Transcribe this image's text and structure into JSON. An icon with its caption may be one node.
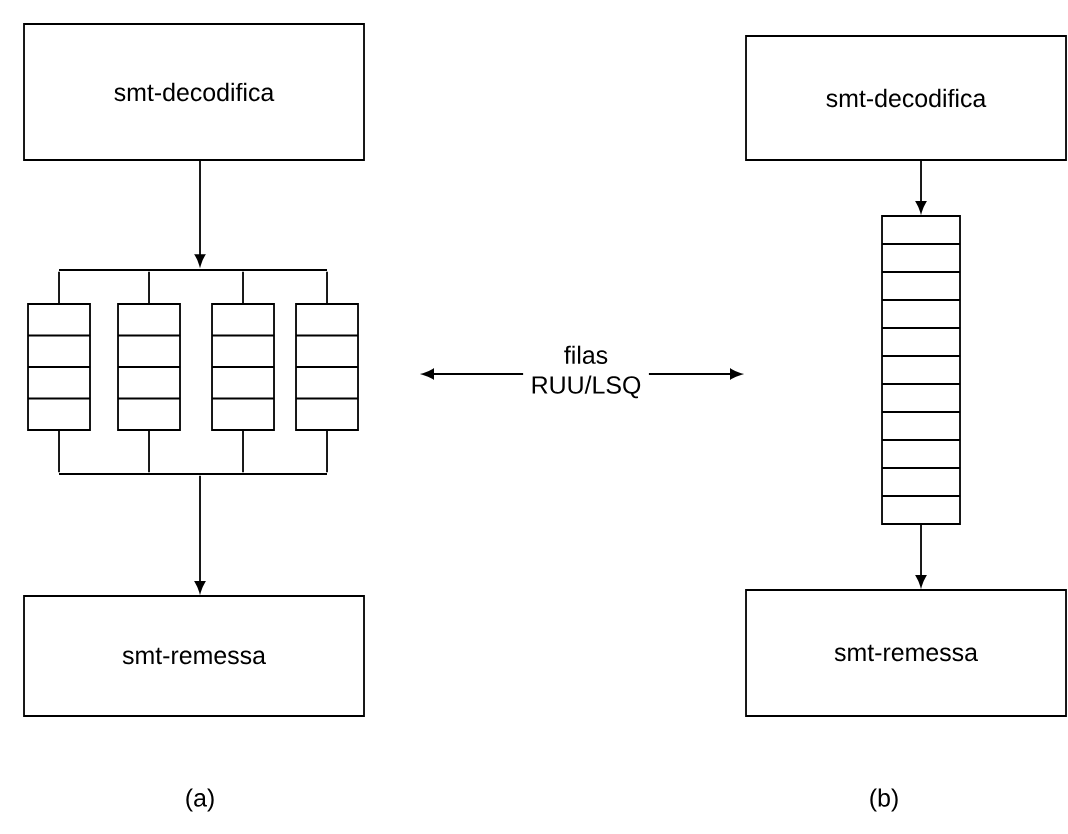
{
  "diagram": {
    "nodes": [
      {
        "text": [
          "smt-decodifica"
        ]
      },
      {
        "text": [],
        "shape": "bar"
      },
      {
        "text": [],
        "shape": "box"
      },
      {
        "text": [],
        "shape": "box"
      },
      {
        "text": [],
        "shape": "box"
      },
      {
        "text": [],
        "shape": "box"
      },
      {
        "text": [],
        "shape": "bar"
      },
      {
        "text": [
          "smt-remessa"
        ]
      },
      {
        "text": [
          "filas RUU/LSQ"
        ]
      },
      {
        "text": [
          "smt-decodifica"
        ]
      },
      {
        "text": [],
        "shape": "box"
      },
      {
        "text": [
          "smt-remessa"
        ]
      }
    ],
    "edges": [
      {
        "from": 0,
        "to": 1,
        "arrow": "to"
      },
      {
        "from": 1,
        "to": 2,
        "arrow": "none"
      },
      {
        "from": 1,
        "to": 3,
        "arrow": "none"
      },
      {
        "from": 1,
        "to": 4,
        "arrow": "none"
      },
      {
        "from": 1,
        "to": 5,
        "arrow": "none"
      },
      {
        "from": 2,
        "to": 6,
        "arrow": "none"
      },
      {
        "from": 3,
        "to": 6,
        "arrow": "none"
      },
      {
        "from": 4,
        "to": 6,
        "arrow": "none"
      },
      {
        "from": 5,
        "to": 6,
        "arrow": "none"
      },
      {
        "from": 6,
        "to": 7,
        "arrow": "to"
      },
      {
        "from": 9,
        "to": 10,
        "arrow": "to"
      },
      {
        "from": 10,
        "to": 11,
        "arrow": "to"
      },
      {
        "from": 8,
        "to": null,
        "arrow": "to"
      },
      {
        "from": 8,
        "to": null,
        "arrow": "to"
      }
    ],
    "labels": [
      "(a)",
      "(b)"
    ]
  }
}
